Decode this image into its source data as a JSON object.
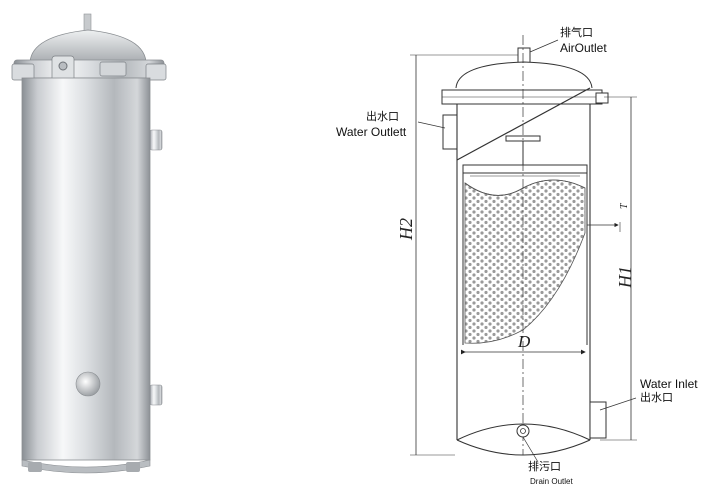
{
  "labels": {
    "air_outlet_cn": "排气口",
    "air_outlet_en": "AirOutlet",
    "water_outlet_cn": "出水口",
    "water_outlet_en": "Water Outlett",
    "water_inlet_en": "Water Inlet",
    "water_inlet_cn": "出水口",
    "drain_cn": "排污口",
    "drain_en": "Drain Outlet"
  },
  "dimensions": {
    "h2": "H2",
    "h1": "H1",
    "d": "D",
    "t": "T"
  },
  "colors": {
    "steel_light": "#f2f3f4",
    "steel_mid": "#bfc3c7",
    "steel_dark": "#7d8287",
    "line": "#333333",
    "mesh_dot": "#9a9a9a"
  }
}
